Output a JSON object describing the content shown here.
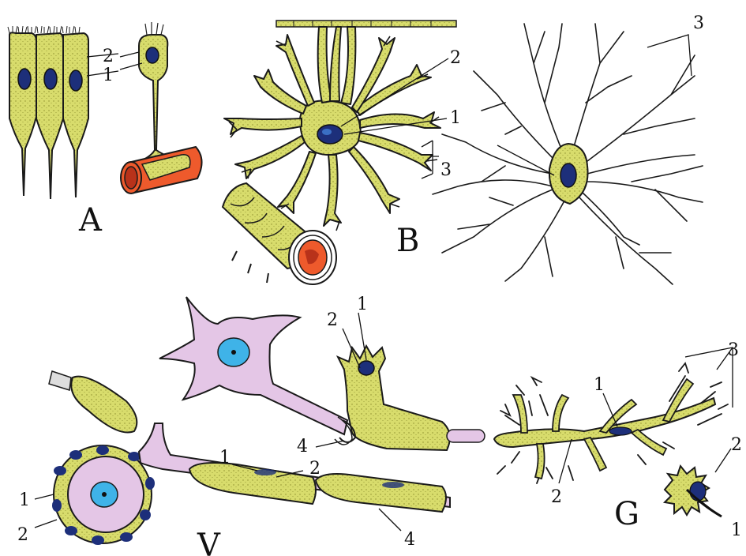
{
  "colors": {
    "glia": "#d8dc6c",
    "glia_dark": "#b8bc4c",
    "outline": "#1a1a1a",
    "nucleus": "#1d2f7a",
    "nucleus_light": "#3a6fc4",
    "neuron": "#e4c6e6",
    "neuron_nucleus": "#3fb3e8",
    "vessel": "#ee5a2c",
    "vessel_dark": "#b8321a"
  },
  "panels": {
    "a": "A",
    "b": "B",
    "v": "V",
    "g": "G"
  },
  "labels": {
    "a_2": "2",
    "a_1": "1",
    "b_2": "2",
    "b_1": "1",
    "b_3": "3",
    "b2_3": "3",
    "v_1_top": "1",
    "v_2_top": "2",
    "v_4_right": "4",
    "v_1_mid": "1",
    "v_2_mid": "2",
    "v_4_bottom": "4",
    "v_1_left": "1",
    "v_2_left": "2",
    "g_3": "3",
    "g_1": "1",
    "g_2": "2",
    "g_2_right": "2",
    "g_1_right": "1"
  }
}
